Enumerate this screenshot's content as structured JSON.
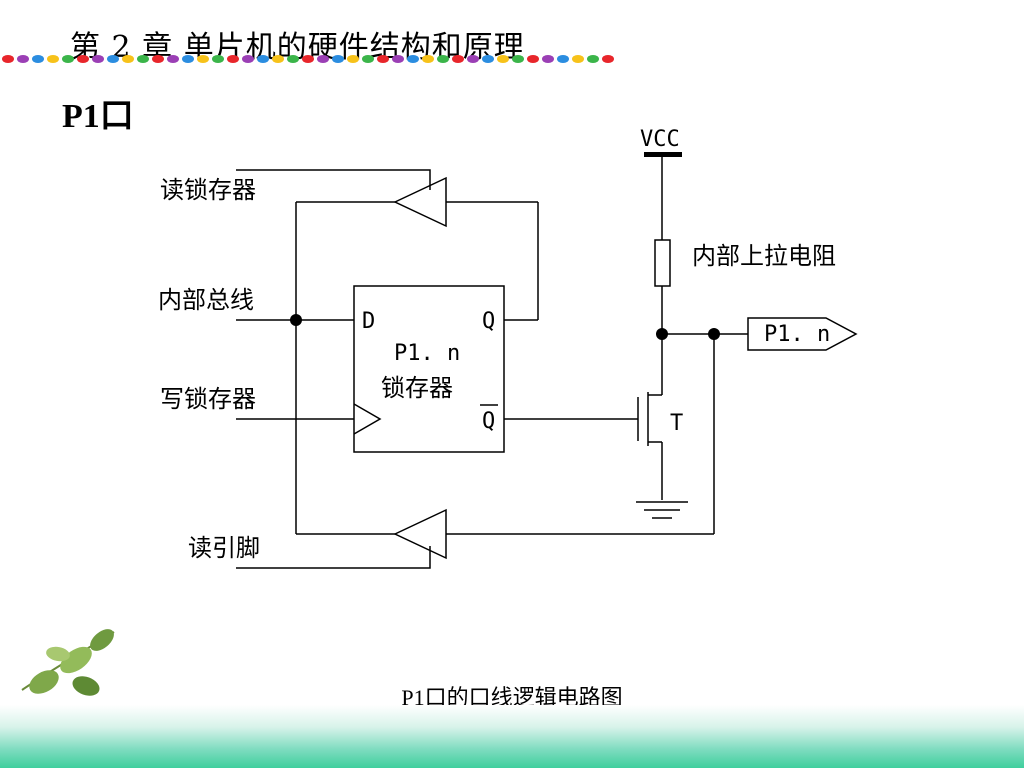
{
  "slide": {
    "title": "第 2 章  单片机的硬件结构和原理",
    "heading": "P1口",
    "caption": "P1口的口线逻辑电路图"
  },
  "decor": {
    "dot_colors": [
      "#e8262b",
      "#9b3fb5",
      "#2b8de0",
      "#f7c21a",
      "#3bb54a"
    ],
    "band_color": "#3fcf9d",
    "leaf_icon": "leaf-sprig-icon"
  },
  "diagram": {
    "labels": {
      "read_latch": "读锁存器",
      "internal_bus": "内部总线",
      "write_latch": "写锁存器",
      "read_pin": "读引脚",
      "vcc": "VCC",
      "pullup": "内部上拉电阻",
      "pin": "P1. n",
      "latch_line1": "P1. n",
      "latch_line2": "锁存器",
      "d": "D",
      "q": "Q",
      "qbar": "Q",
      "transistor": "T"
    }
  }
}
